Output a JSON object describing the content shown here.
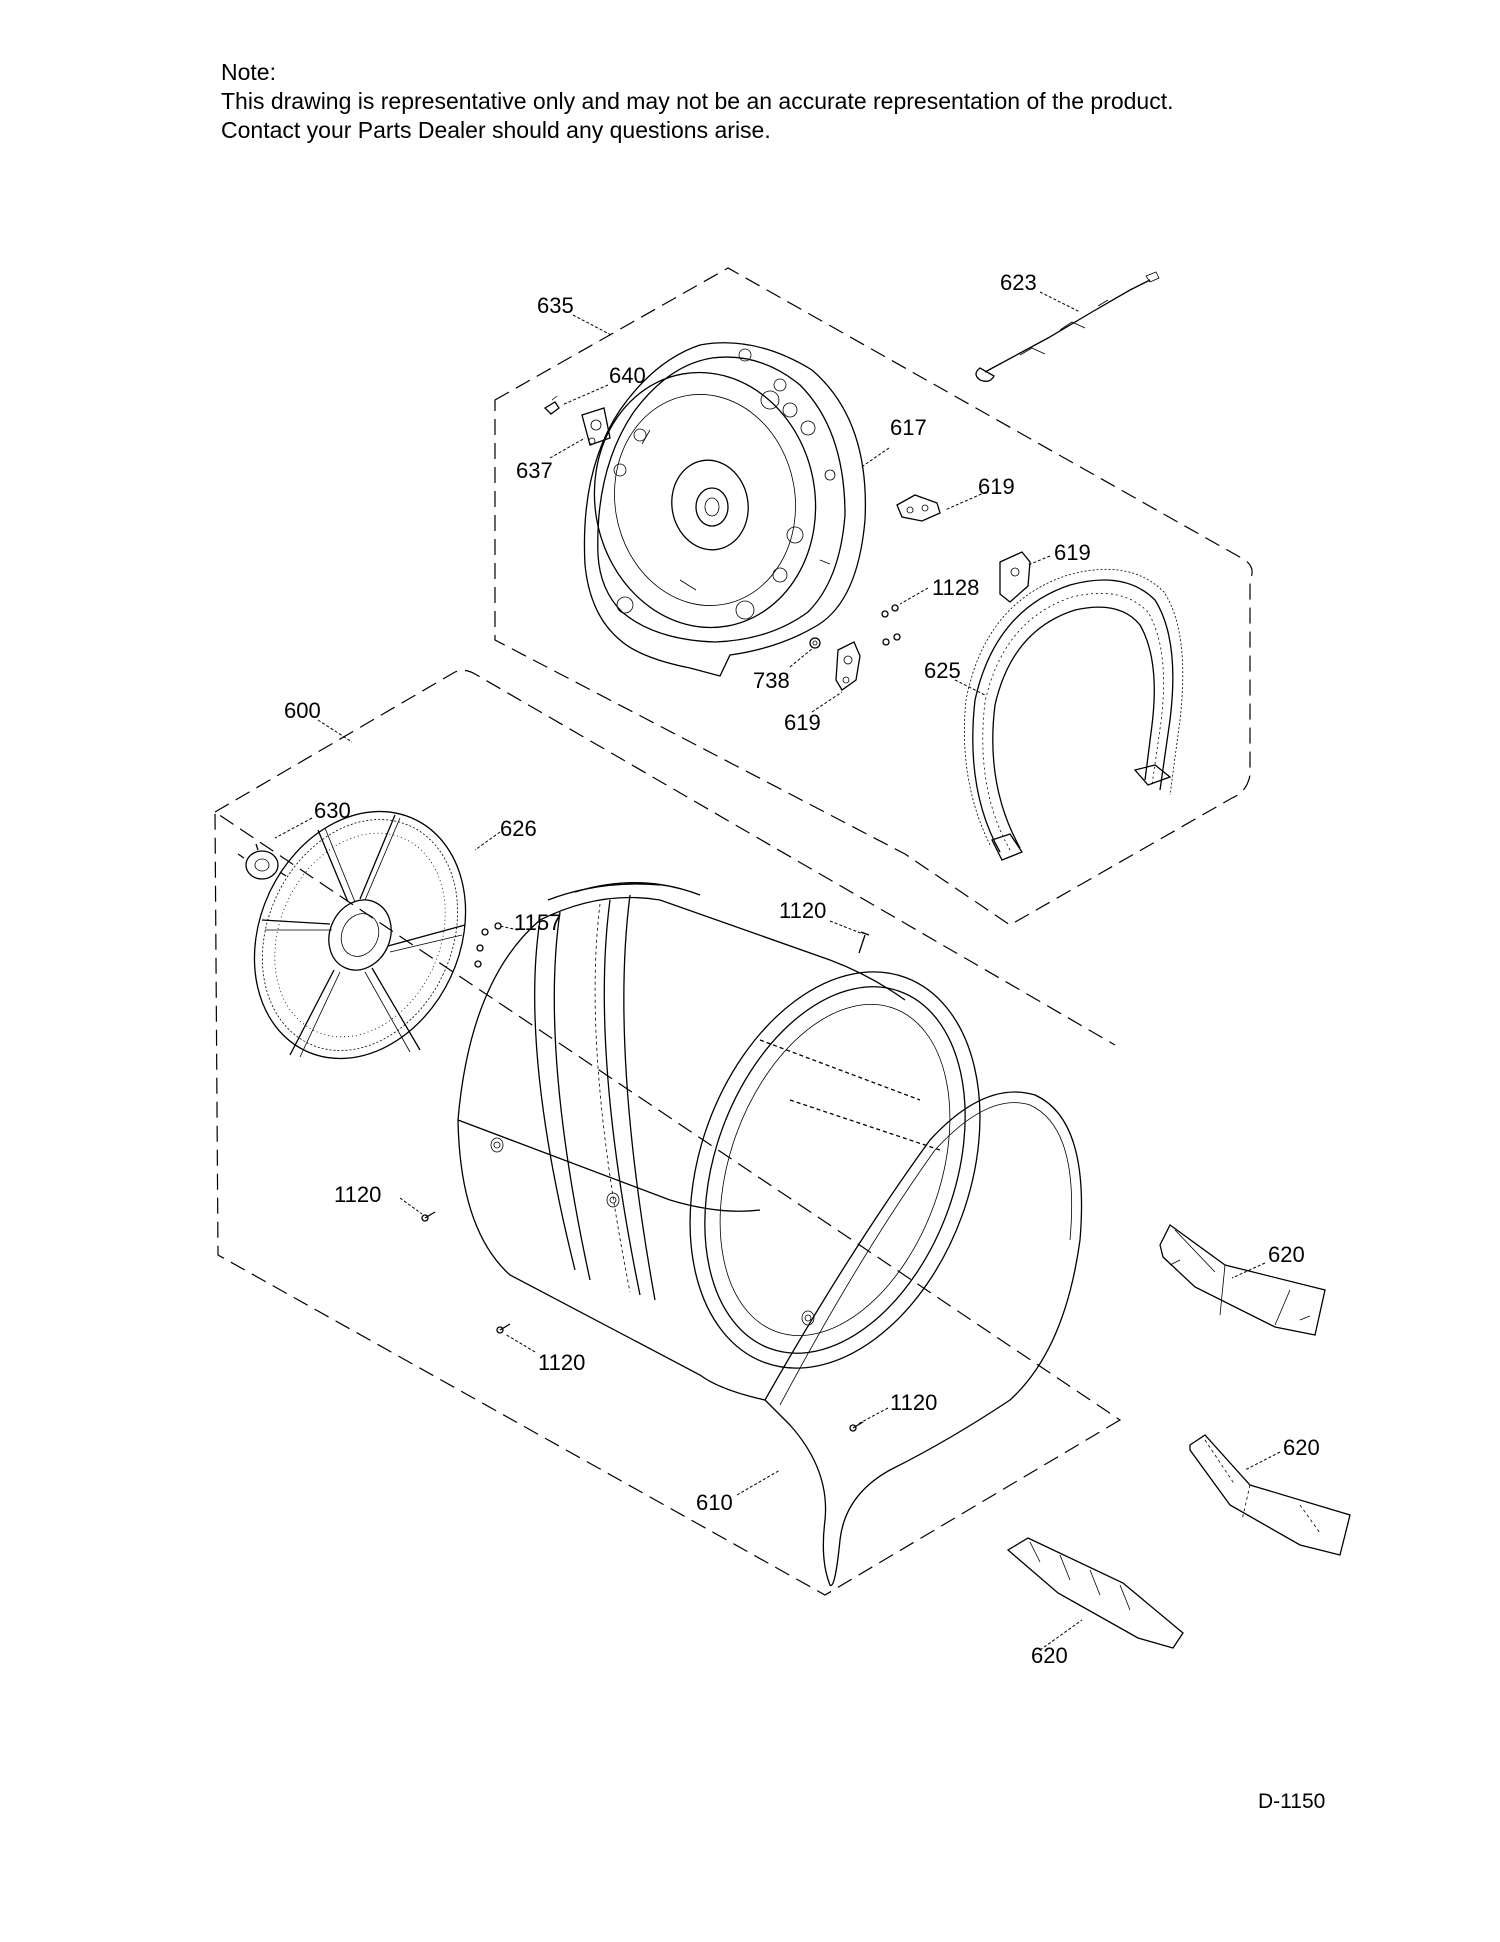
{
  "note": {
    "heading": "Note:",
    "line1": "This drawing is representative only and may not be an accurate representation of the product.",
    "line2": "Contact your Parts Dealer should any questions arise."
  },
  "callouts": {
    "c635": "635",
    "c623": "623",
    "c640": "640",
    "c637": "637",
    "c617": "617",
    "c619a": "619",
    "c619b": "619",
    "c619c": "619",
    "c1128": "1128",
    "c738": "738",
    "c625": "625",
    "c600": "600",
    "c630": "630",
    "c626": "626",
    "c1157": "1157",
    "c1120a": "1120",
    "c1120b": "1120",
    "c1120c": "1120",
    "c1120d": "1120",
    "c620a": "620",
    "c620b": "620",
    "c620c": "620",
    "c610": "610"
  },
  "drawing_code": "D-1150"
}
